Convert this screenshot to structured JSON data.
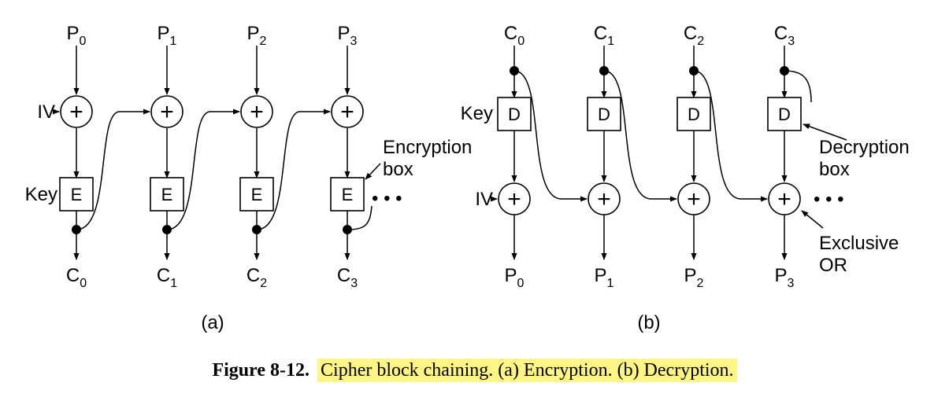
{
  "encryption": {
    "inputs": [
      {
        "base": "P",
        "sub": "0"
      },
      {
        "base": "P",
        "sub": "1"
      },
      {
        "base": "P",
        "sub": "2"
      },
      {
        "base": "P",
        "sub": "3"
      }
    ],
    "outputs": [
      {
        "base": "C",
        "sub": "0"
      },
      {
        "base": "C",
        "sub": "1"
      },
      {
        "base": "C",
        "sub": "2"
      },
      {
        "base": "C",
        "sub": "3"
      }
    ],
    "iv_label": "IV",
    "key_label": "Key",
    "box_letter": "E",
    "xor_symbol": "+",
    "ellipsis": "• • •",
    "annotation_line1": "Encryption",
    "annotation_line2": "box",
    "panel_label": "(a)"
  },
  "decryption": {
    "inputs": [
      {
        "base": "C",
        "sub": "0"
      },
      {
        "base": "C",
        "sub": "1"
      },
      {
        "base": "C",
        "sub": "2"
      },
      {
        "base": "C",
        "sub": "3"
      }
    ],
    "outputs": [
      {
        "base": "P",
        "sub": "0"
      },
      {
        "base": "P",
        "sub": "1"
      },
      {
        "base": "P",
        "sub": "2"
      },
      {
        "base": "P",
        "sub": "3"
      }
    ],
    "iv_label": "IV",
    "key_label": "Key",
    "box_letter": "D",
    "xor_symbol": "+",
    "ellipsis": "• • •",
    "annotation_box_line1": "Decryption",
    "annotation_box_line2": "box",
    "annotation_xor_line1": "Exclusive",
    "annotation_xor_line2": "OR",
    "panel_label": "(b)"
  },
  "caption": {
    "figure_number": "Figure 8-12.",
    "text": "Cipher block chaining. (a) Encryption. (b) Decryption.",
    "highlight_color": "#fdf584"
  }
}
